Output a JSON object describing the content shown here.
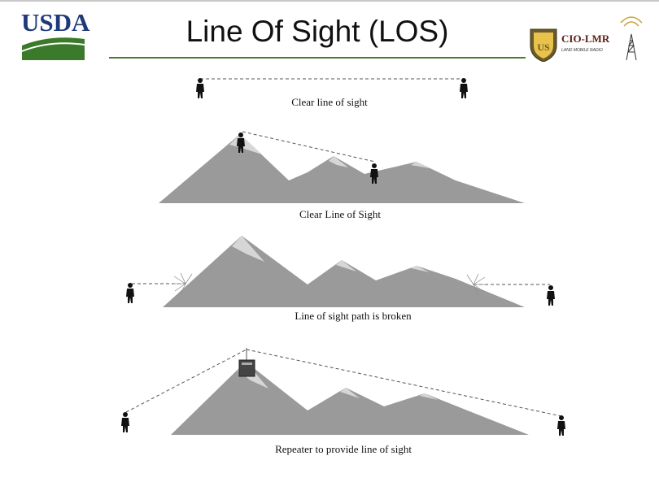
{
  "header": {
    "title": "Line Of Sight (LOS)",
    "left_logo_text": "USDA",
    "right_logo_text": "CIO-LMR",
    "right_logo_subtext": "LAND MOBILE RADIO",
    "shield_text": "US"
  },
  "panels": [
    {
      "caption": "Clear line of sight"
    },
    {
      "caption": "Clear Line of Sight"
    },
    {
      "caption": "Line of sight path is broken"
    },
    {
      "caption": "Repeater to provide line of sight"
    }
  ],
  "colors": {
    "mountain": "#9a9a9a",
    "snow": "#d6d6d6",
    "usda_blue": "#1f3a7a",
    "usda_green": "#3b7a2a",
    "accent_line": "#4d7a2e"
  }
}
